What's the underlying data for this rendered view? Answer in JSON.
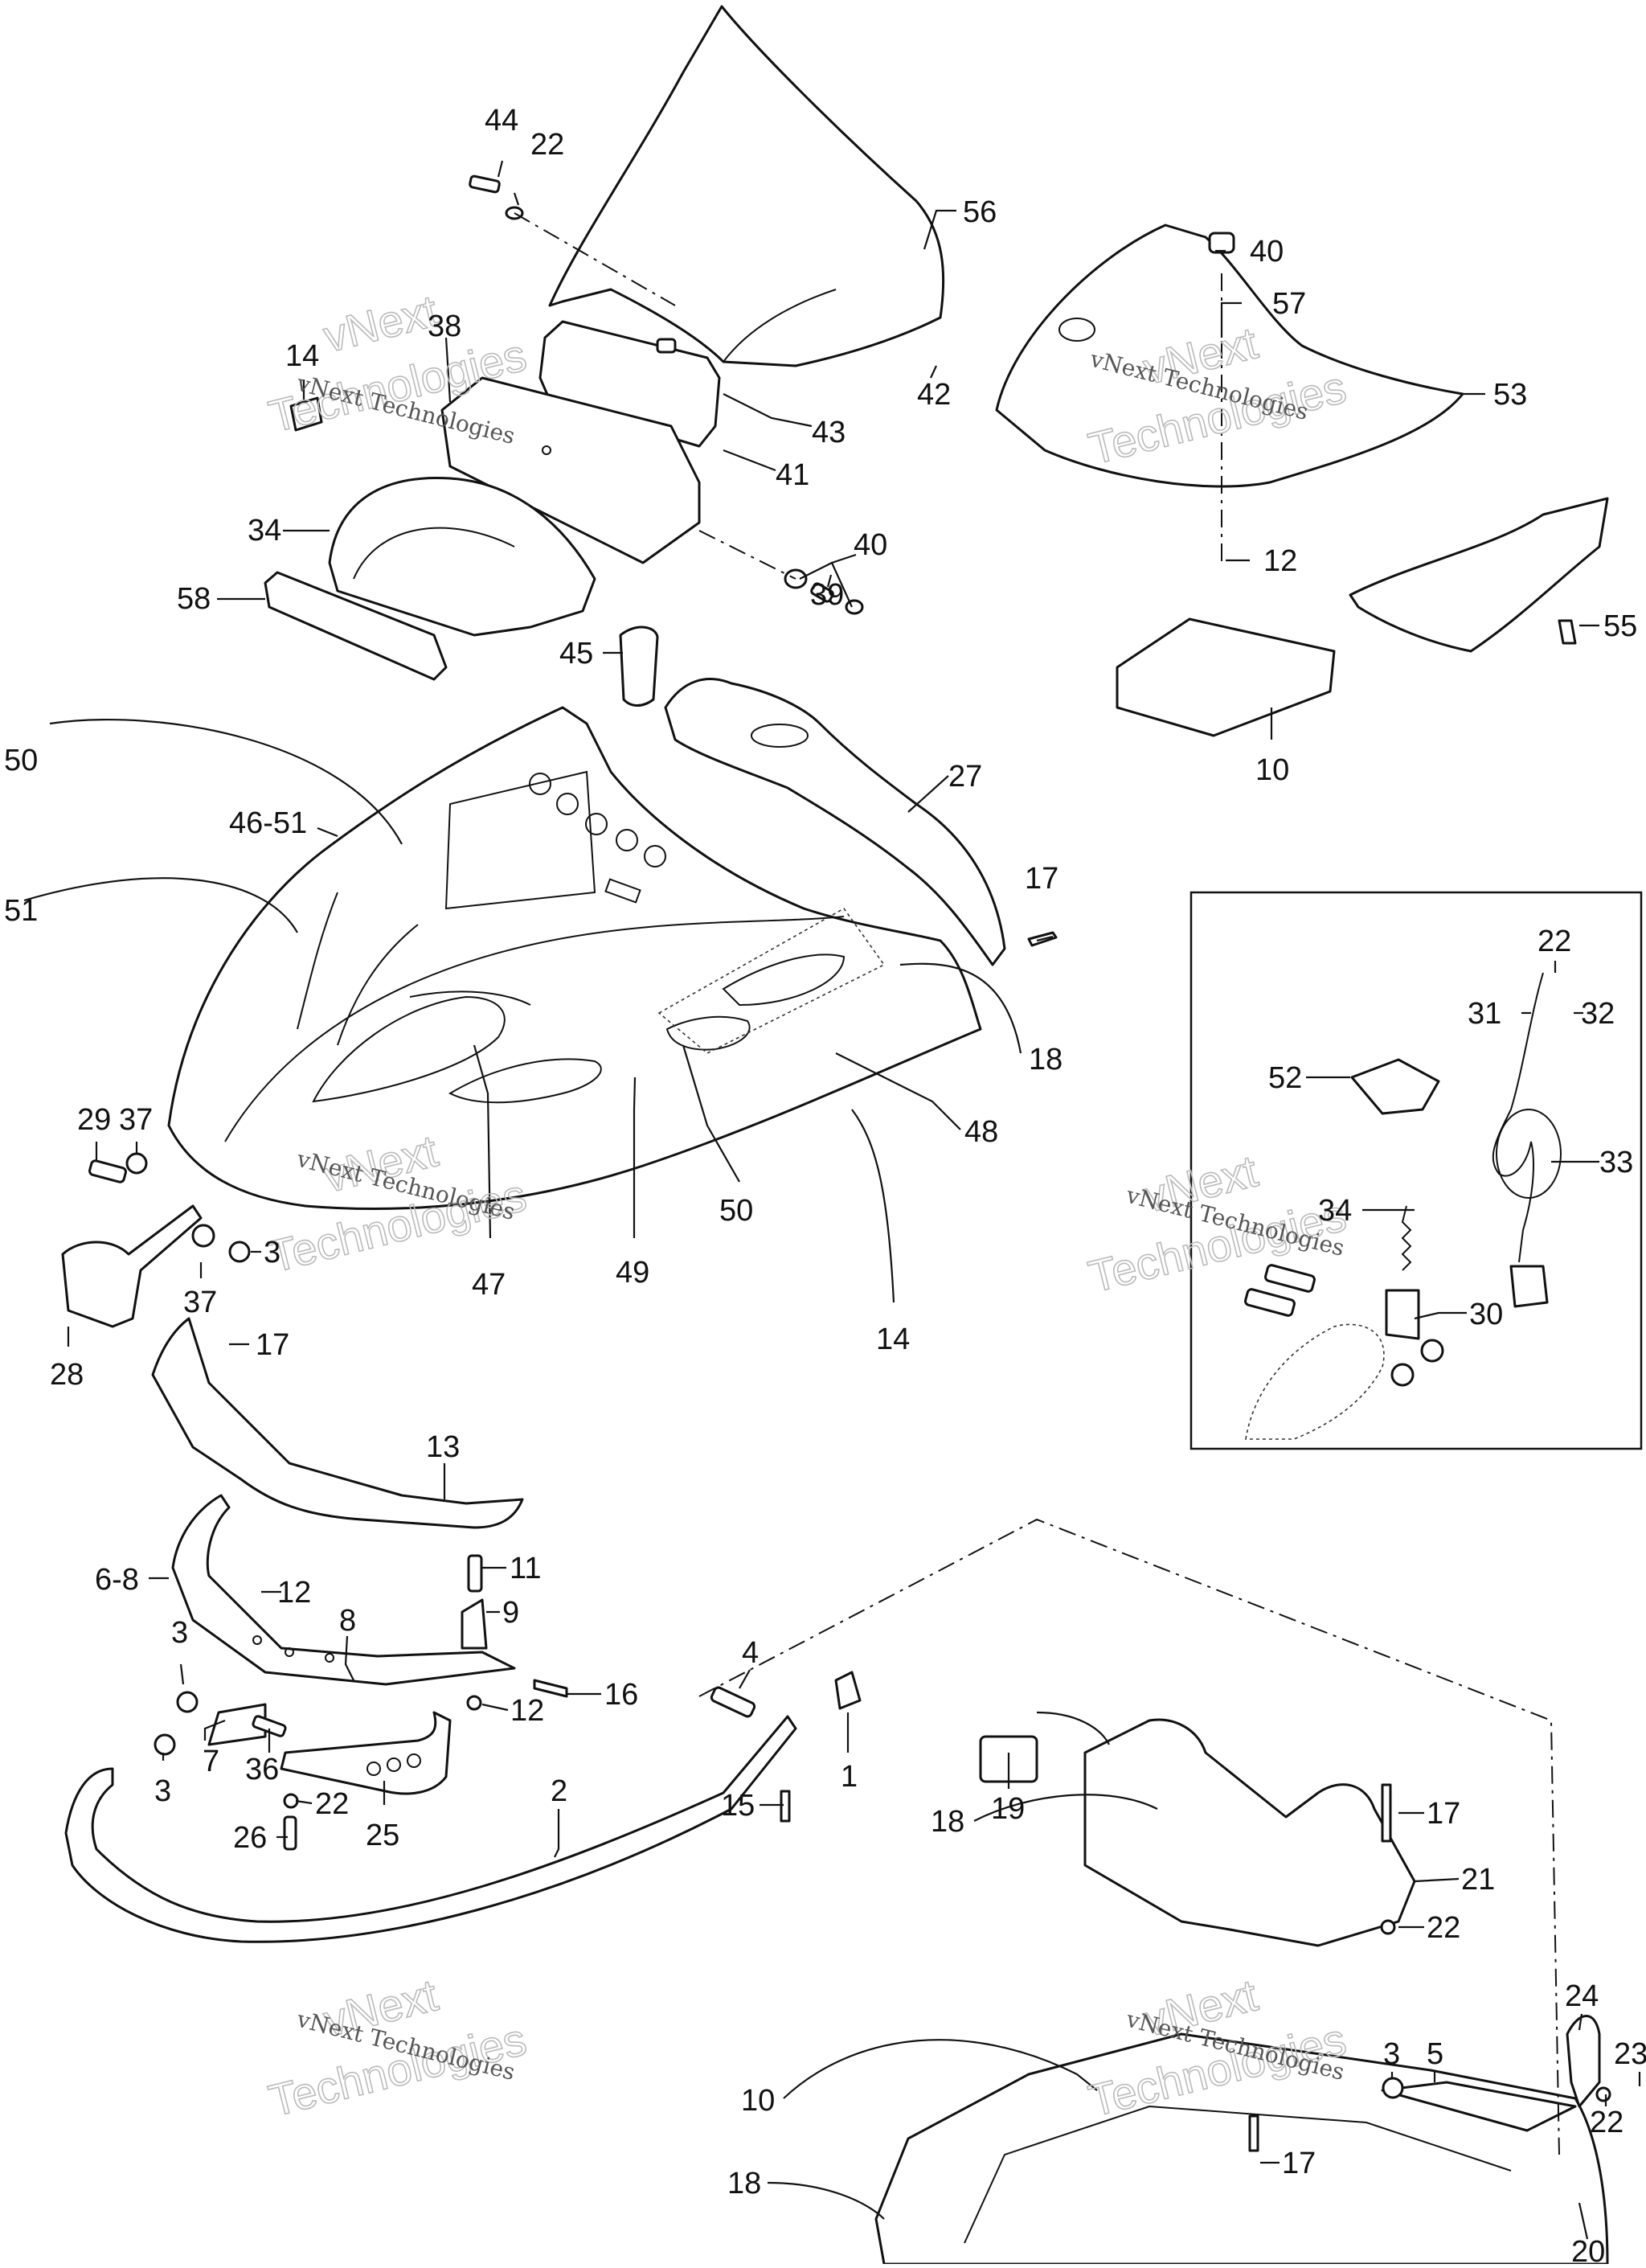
{
  "diagram": {
    "labels": [
      "44",
      "22",
      "56",
      "40",
      "57",
      "14",
      "38",
      "43",
      "42",
      "53",
      "41",
      "34",
      "40",
      "39",
      "58",
      "12",
      "55",
      "45",
      "10",
      "50",
      "27",
      "46-51",
      "17",
      "51",
      "22",
      "31",
      "32",
      "18",
      "52",
      "48",
      "33",
      "29",
      "37",
      "3",
      "47",
      "49",
      "50",
      "34",
      "30",
      "37",
      "14",
      "28",
      "17",
      "13",
      "11",
      "6-8",
      "12",
      "8",
      "9",
      "3",
      "4",
      "16",
      "12",
      "1",
      "7",
      "36",
      "22",
      "3",
      "2",
      "15",
      "19",
      "25",
      "26",
      "18",
      "17",
      "21",
      "22",
      "24",
      "3",
      "5",
      "23",
      "10",
      "17",
      "22",
      "18",
      "20"
    ]
  },
  "watermark": {
    "line1": "vNext Technologies",
    "line2": "vNext",
    "line3": "Technologies"
  }
}
